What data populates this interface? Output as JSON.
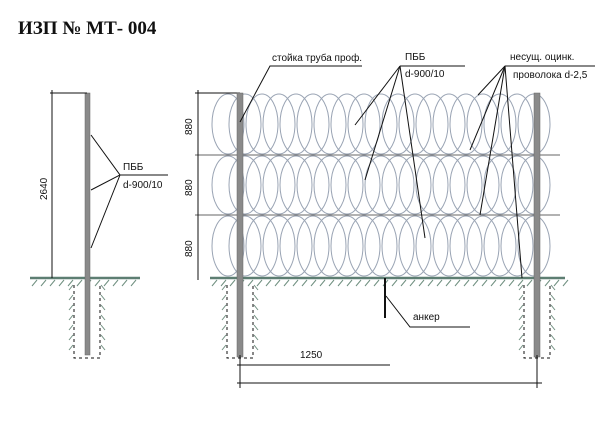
{
  "title": "ИЗП № МТ- 004",
  "side_view": {
    "height_dim": "2640",
    "label_line1": "ПББ",
    "label_line2": "d-900/10"
  },
  "front_view": {
    "row_dims": [
      "880",
      "880",
      "880"
    ],
    "post_label": "стойка труба проф.",
    "coil_label_line1": "ПББ",
    "coil_label_line2": "d-900/10",
    "wire_label_line1": "несущ. оцинк.",
    "wire_label_line2": "проволока d-2,5",
    "anchor_label": "анкер",
    "span_dim": "1250"
  },
  "colors": {
    "coil": "#9aa4b4",
    "post": "#8a8a8a",
    "ground": "#5d7e72"
  }
}
